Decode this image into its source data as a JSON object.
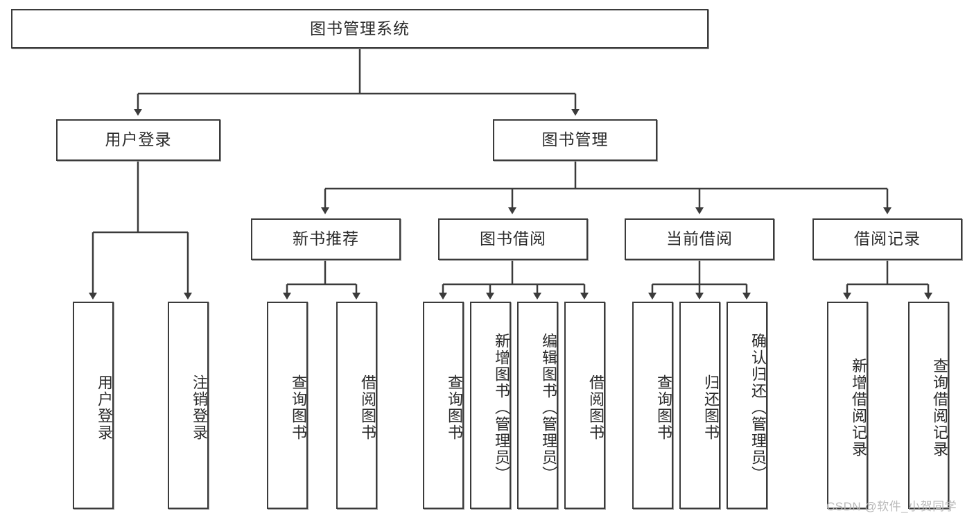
{
  "diagram": {
    "title": "图书管理系统",
    "type": "functional-decomposition-tree",
    "root": {
      "label": "图书管理系统"
    },
    "level2": [
      {
        "label": "用户登录"
      },
      {
        "label": "图书管理"
      }
    ],
    "level3": [
      {
        "label": "新书推荐"
      },
      {
        "label": "图书借阅"
      },
      {
        "label": "当前借阅"
      },
      {
        "label": "借阅记录"
      }
    ],
    "leaves": {
      "user_login": [
        {
          "label": "用户登录"
        },
        {
          "label": "注销登录"
        }
      ],
      "new_book_recommend": [
        {
          "label": "查询图书"
        },
        {
          "label": "借阅图书"
        }
      ],
      "book_borrow": [
        {
          "label": "查询图书"
        },
        {
          "label": "新增图书（管理员）"
        },
        {
          "label": "编辑图书（管理员）"
        },
        {
          "label": "借阅图书"
        }
      ],
      "current_borrow": [
        {
          "label": "查询图书"
        },
        {
          "label": "归还图书"
        },
        {
          "label": "确认归还（管理员）"
        }
      ],
      "borrow_record": [
        {
          "label": "新增借阅记录"
        },
        {
          "label": "查询借阅记录"
        }
      ]
    }
  },
  "watermark": {
    "text": "CSDN @软件_小贺同学"
  },
  "colors": {
    "stroke": "#3b3b3b",
    "fill": "#ffffff",
    "text": "#2a2a2a",
    "watermark": "#b9b9b9"
  }
}
